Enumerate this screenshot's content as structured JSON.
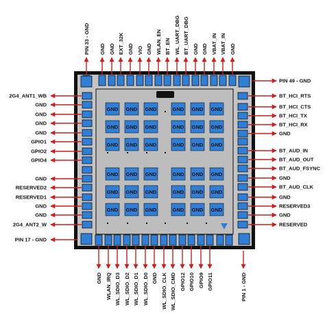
{
  "top_labels": [
    "PIN 33 - GND",
    "GND",
    "GND",
    "EXT_32K",
    "GND",
    "VIO",
    "GND",
    "WLAN_EN",
    "BT_EN",
    "WL_UART_DBG",
    "BT_UART_DBG",
    "GND",
    "GND",
    "VBAT_IN",
    "VBAT_IN",
    "GND"
  ],
  "bottom_labels": [
    "GND",
    "WLAN_IRQ",
    "WL_SDIO_D3",
    "WL_SDIO_D2",
    "WL_SDIO_D1",
    "WL_SDIO_D0",
    "GND",
    "WL_SDIO_CLK",
    "WL_SDIO_CMD",
    "GPIO12",
    "GPIO10",
    "GPIO9",
    "GPIO11",
    "PIN 1 - GND"
  ],
  "left_labels": [
    "2G4_ANT1_WB",
    "GND",
    "GND",
    "GND",
    "GND",
    "GPIO1",
    "GPIO2",
    "GPIO4",
    "GND",
    "RESERVED2",
    "RESERVED1",
    "GND",
    "GND",
    "2G4_ANT2_W",
    "PIN 17 - GND"
  ],
  "right_labels": [
    "PIN 49 - GND",
    "BT_HCI_RTS",
    "BT_HCI_CTS",
    "BT_HCI_TX",
    "BT_HCI_RX",
    "GND",
    "BT_AUD_IN",
    "BT_AUD_OUT",
    "BT_AUD_FSYNC",
    "GND",
    "BT_AUD_CLK",
    "GND",
    "RESERVED3",
    "GND",
    "RESERVED"
  ],
  "center_pad_label": "GND",
  "colors": {
    "arrow": "#cc1f1f",
    "pad": "#2f7fd6",
    "body": "#c4c4c4",
    "frame": "#111111"
  }
}
